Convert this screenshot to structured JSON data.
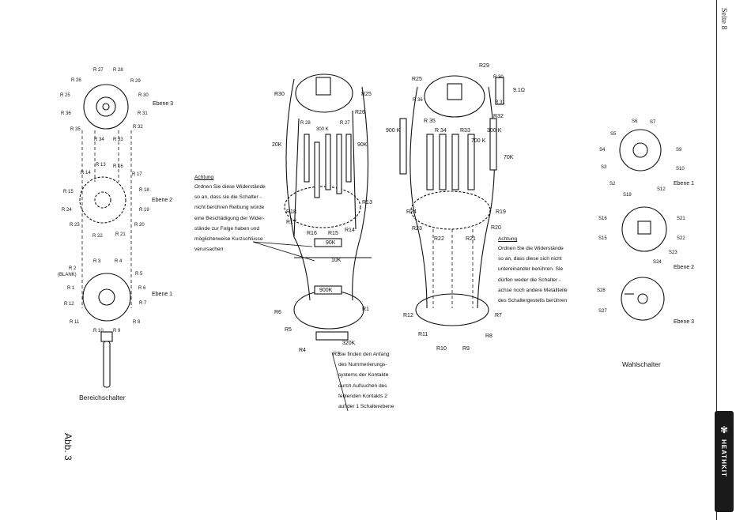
{
  "page": {
    "header": "Seite 8",
    "figure": "Abb. 3",
    "logo_text": "HEATHKIT"
  },
  "left_switch": {
    "caption": "Bereichschalter",
    "deck3_name": "Ebene 3",
    "deck2_name": "Ebene 2",
    "deck1_name": "Ebene 1",
    "deck3_labels": [
      "R 27",
      "R 28",
      "R 26",
      "R 29",
      "R 25",
      "R 30",
      "R 36",
      "R 31",
      "R 32",
      "R 35",
      "R 34",
      "R 33"
    ],
    "deck2_labels": [
      "R 13",
      "R 14",
      "R 16",
      "R 17",
      "R 15",
      "R 18",
      "R 24",
      "R 19",
      "R 23",
      "R 20",
      "R 22",
      "R 21"
    ],
    "deck1_labels": [
      "R 3",
      "R 4",
      "R 2",
      "(BLANK)",
      "R 5",
      "R 1",
      "R 6",
      "R 12",
      "R 7",
      "R 11",
      "R 8",
      "R 10",
      "R 9"
    ]
  },
  "note1": {
    "title": "Achtung",
    "text": "Ordnen Sie diese Widerstände\nso an, dass sie die Schalter -\nnicht berühren Reibung würde\neine Beschädigung der Wider-\nstände zur Folge haben und\nmöglicherweise Kurzschlüsse\nverursachen"
  },
  "note2": {
    "title": "Achtung",
    "text": "Ordnen Sie die Widerstände\nso an, dass diese sich nicht\nuntereinander berühren. Sie\ndürfen weder die Schalter -\nachse noch andere Metallteile\ndes Schaltergestells berühren"
  },
  "note3": {
    "text": "Sie finden den Anfang\ndes Nummerierungs-\nsystems der Kontakte\ndurch Aufsuchen des\nfehlenden Kontakts 2\nauf der 1 Schalterebene"
  },
  "middle_assembly": {
    "labels": [
      "R30",
      "R25",
      "R26",
      "20K",
      "90K",
      "R13",
      "R17",
      "R18",
      "R16",
      "R15",
      "R14",
      "90K",
      "10K",
      "900K",
      "R6",
      "R1",
      "R5",
      "R4",
      "R3",
      "320K",
      "R 27",
      "300 K",
      "R 28"
    ]
  },
  "right_assembly": {
    "labels": [
      "R29",
      "R 30",
      "9.1Ω",
      "R25",
      "R 36",
      "R 31",
      "R32",
      "R33",
      "900 K",
      "R 35",
      "R 34",
      "700 K",
      "300 K",
      "70K",
      "R24",
      "R19",
      "R23",
      "R20",
      "R22",
      "R21",
      "R12",
      "R7",
      "R11",
      "R10",
      "R9",
      "R8"
    ]
  },
  "selector": {
    "caption": "Wahlschalter",
    "deck1_name": "Ebene 1",
    "deck2_name": "Ebene 2",
    "deck3_name": "Ebene 3",
    "deck1_labels": [
      "S6",
      "S7",
      "S5",
      "S4",
      "S9",
      "S3",
      "S10",
      "S2",
      "S12",
      "S18"
    ],
    "deck2_labels": [
      "S16",
      "S21",
      "S15",
      "S22",
      "S23",
      "S24"
    ],
    "deck3_labels": [
      "S28",
      "S27"
    ]
  }
}
